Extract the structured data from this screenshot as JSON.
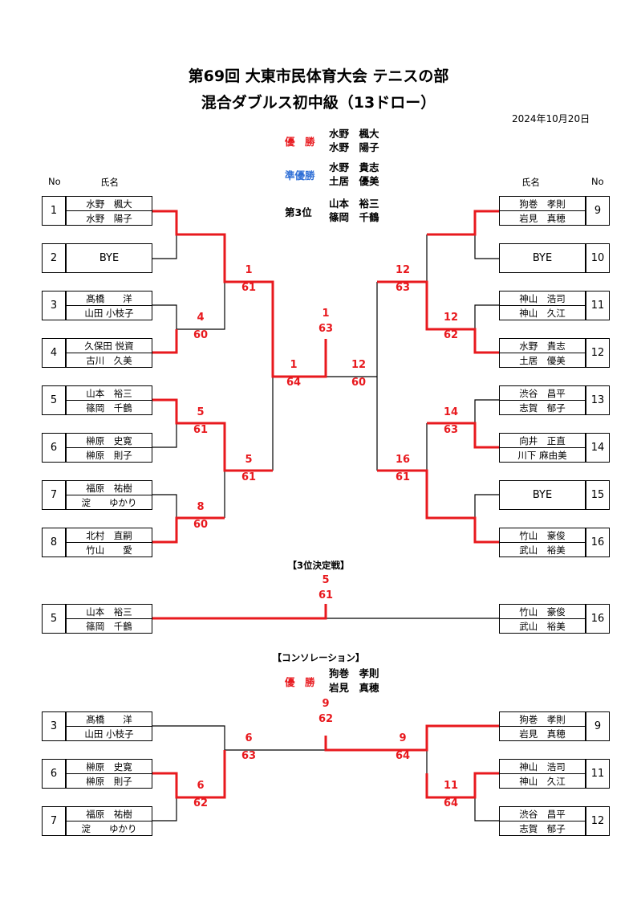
{
  "title1": "第69回 大東市民体育大会 テニスの部",
  "title2": "混合ダブルス初中級（13ドロー）",
  "date": "2024年10月20日",
  "results": {
    "champion_label": "優　勝",
    "champion_1": "水野　楓大",
    "champion_2": "水野　陽子",
    "runnerup_label": "準優勝",
    "runnerup_1": "水野　貴志",
    "runnerup_2": "土居　優美",
    "third_label": "第3位",
    "third_1": "山本　裕三",
    "third_2": "篠岡　千鶴"
  },
  "headers": {
    "no_left": "No",
    "name_left": "氏名",
    "name_right": "氏名",
    "no_right": "No"
  },
  "entries": [
    {
      "no": "1",
      "p1": "水野　楓大",
      "p2": "水野　陽子"
    },
    {
      "no": "2",
      "p1": "BYE"
    },
    {
      "no": "3",
      "p1": "髙橋　　洋",
      "p2": "山田 小枝子"
    },
    {
      "no": "4",
      "p1": "久保田 悦資",
      "p2": "古川　久美"
    },
    {
      "no": "5",
      "p1": "山本　裕三",
      "p2": "篠岡　千鶴"
    },
    {
      "no": "6",
      "p1": "榊原　史寛",
      "p2": "榊原　則子"
    },
    {
      "no": "7",
      "p1": "福原　祐樹",
      "p2": "淀　　ゆかり"
    },
    {
      "no": "8",
      "p1": "北村　直嗣",
      "p2": "竹山　　愛"
    },
    {
      "no": "9",
      "p1": "狗巻　孝則",
      "p2": "岩見　真穂"
    },
    {
      "no": "10",
      "p1": "BYE"
    },
    {
      "no": "11",
      "p1": "神山　浩司",
      "p2": "神山　久江"
    },
    {
      "no": "12",
      "p1": "水野　貴志",
      "p2": "土居　優美"
    },
    {
      "no": "13",
      "p1": "渋谷　昌平",
      "p2": "志賀　郁子"
    },
    {
      "no": "14",
      "p1": "向井　正直",
      "p2": "川下 麻由美"
    },
    {
      "no": "15",
      "p1": "BYE"
    },
    {
      "no": "16",
      "p1": "竹山　豪俊",
      "p2": "武山　裕美"
    }
  ],
  "scores": {
    "r1_1": {
      "w": "1",
      "s": "61"
    },
    "r2_a": {
      "w": "4",
      "s": "60"
    },
    "sf_l": {
      "w": "1",
      "s": "64"
    },
    "final": {
      "w": "1",
      "s": "63"
    },
    "r2_b": {
      "w": "5",
      "s": "61"
    },
    "qf_b": {
      "w": "5",
      "s": "61"
    },
    "r2_c": {
      "w": "8",
      "s": "60"
    },
    "r1_9": {
      "w": "12",
      "s": "63"
    },
    "r2_d": {
      "w": "12",
      "s": "62"
    },
    "sf_r": {
      "w": "12",
      "s": "60"
    },
    "r2_e": {
      "w": "14",
      "s": "63"
    },
    "qf_d": {
      "w": "16",
      "s": "61"
    }
  },
  "third_place": {
    "heading": "【3位決定戦】",
    "score": {
      "w": "5",
      "s": "61"
    },
    "left": {
      "no": "5",
      "p1": "山本　裕三",
      "p2": "篠岡　千鶴"
    },
    "right": {
      "no": "16",
      "p1": "竹山　豪俊",
      "p2": "武山　裕美"
    }
  },
  "consolation": {
    "heading": "【コンソレーション】",
    "champion_label": "優　勝",
    "champion_1": "狗巻　孝則",
    "champion_2": "岩見　真穂",
    "entries": [
      {
        "no": "3",
        "p1": "髙橋　　洋",
        "p2": "山田 小枝子"
      },
      {
        "no": "6",
        "p1": "榊原　史寛",
        "p2": "榊原　則子"
      },
      {
        "no": "7",
        "p1": "福原　祐樹",
        "p2": "淀　　ゆかり"
      },
      {
        "no": "9",
        "p1": "狗巻　孝則",
        "p2": "岩見　真穂"
      },
      {
        "no": "11",
        "p1": "神山　浩司",
        "p2": "神山　久江"
      },
      {
        "no": "12",
        "p1": "渋谷　昌平",
        "p2": "志賀　郁子"
      }
    ],
    "scores": {
      "left_mid": {
        "w": "6",
        "s": "63"
      },
      "left_low": {
        "w": "6",
        "s": "62"
      },
      "final": {
        "w": "9",
        "s": "62"
      },
      "right_mid": {
        "w": "9",
        "s": "64"
      },
      "right_low": {
        "w": "11",
        "s": "64"
      }
    }
  },
  "colors": {
    "winner_line": "#e8191e",
    "runnerup_label": "#2f6fd6",
    "line": "#000000"
  }
}
